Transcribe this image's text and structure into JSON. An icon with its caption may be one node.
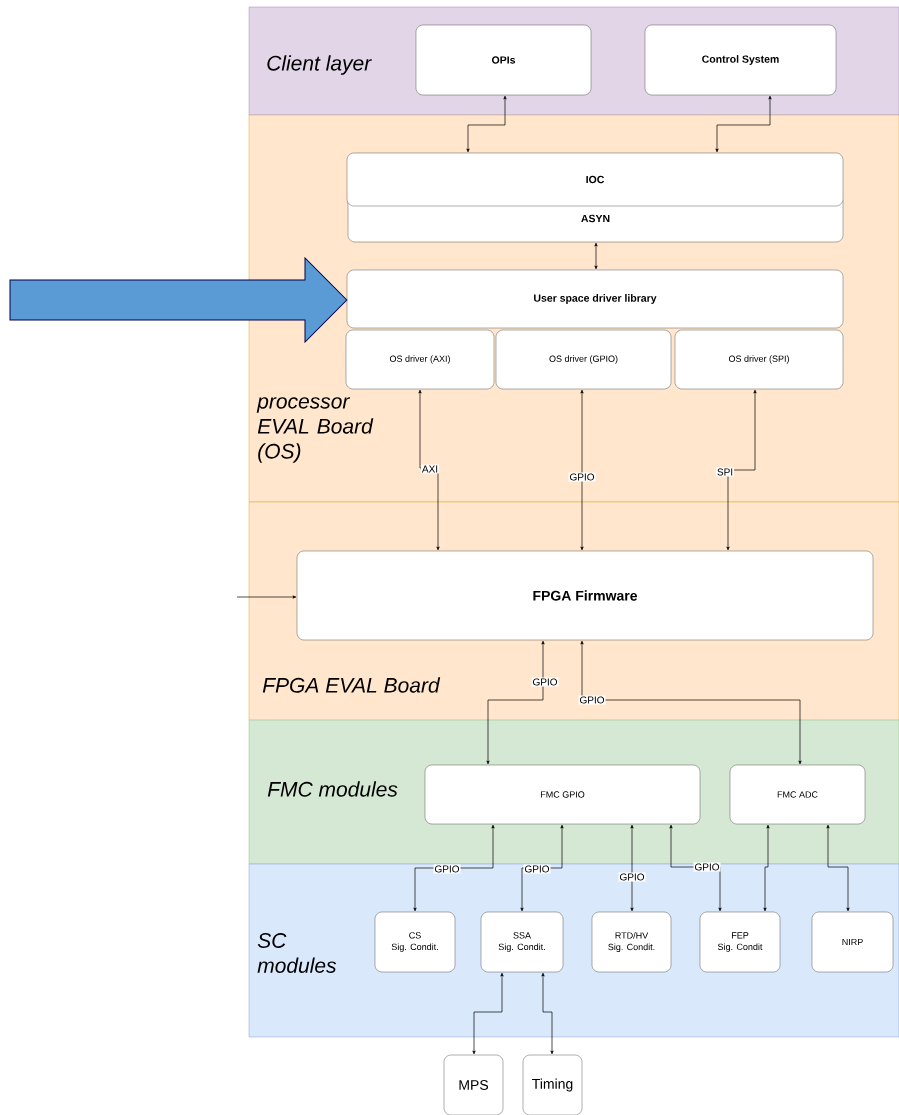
{
  "diagram": {
    "nodes": [
      {
        "text": [
          "Client layer"
        ]
      },
      {
        "text": [
          "OPIs"
        ],
        "in": 0
      },
      {
        "text": [
          "Control System"
        ],
        "in": 0
      },
      {
        "text": [
          "processor EVAL Board (OS)"
        ]
      },
      {
        "text": [
          "IOC"
        ],
        "in": 3
      },
      {
        "text": [
          "ASYN"
        ],
        "in": 3
      },
      {
        "text": [
          "User space driver library"
        ],
        "in": 3
      },
      {
        "text": [
          "OS driver (AXI)"
        ],
        "in": 3
      },
      {
        "text": [
          "OS driver (GPIO)"
        ],
        "in": 3
      },
      {
        "text": [
          "OS driver (SPI)"
        ],
        "in": 3
      },
      {
        "text": [
          "FPGA EVAL Board"
        ]
      },
      {
        "text": [
          "FPGA Firmware"
        ],
        "in": 10
      },
      {
        "text": [
          "FMC modules"
        ]
      },
      {
        "text": [
          "FMC GPIO"
        ],
        "in": 12
      },
      {
        "text": [
          "FMC ADC"
        ],
        "in": 12
      },
      {
        "text": [
          "SC modules"
        ]
      },
      {
        "text": [
          "CS",
          "Sig. Condit."
        ],
        "in": 15
      },
      {
        "text": [
          "SSA",
          "Sig. Condit."
        ],
        "in": 15
      },
      {
        "text": [
          "RTD/HV",
          "Sig. Condit."
        ],
        "in": 15
      },
      {
        "text": [
          "FEP",
          "Sig. Condit"
        ],
        "in": 15
      },
      {
        "text": [
          "NIRP"
        ],
        "in": 15
      },
      {
        "text": [
          "MPS"
        ]
      },
      {
        "text": [
          "Timing"
        ]
      }
    ],
    "edges": [
      {
        "from": 1,
        "to": 4,
        "arrow": "both"
      },
      {
        "from": 2,
        "to": 4,
        "arrow": "both"
      },
      {
        "from": 5,
        "to": 6,
        "arrow": "both"
      },
      {
        "from": 7,
        "to": 11,
        "arrow": "both",
        "label": "AXI"
      },
      {
        "from": 8,
        "to": 11,
        "arrow": "both",
        "label": "GPIO"
      },
      {
        "from": 9,
        "to": 11,
        "arrow": "both",
        "label": "SPI"
      },
      {
        "from": 11,
        "to": 13,
        "arrow": "both",
        "label": "GPIO"
      },
      {
        "from": 11,
        "to": 14,
        "arrow": "both",
        "label": "GPIO"
      },
      {
        "from": 13,
        "to": 16,
        "arrow": "both",
        "label": "GPIO"
      },
      {
        "from": 13,
        "to": 17,
        "arrow": "both",
        "label": "GPIO"
      },
      {
        "from": 13,
        "to": 18,
        "arrow": "both",
        "label": "GPIO"
      },
      {
        "from": 13,
        "to": 19,
        "arrow": "both",
        "label": "GPIO"
      },
      {
        "from": 14,
        "to": 19,
        "arrow": "both"
      },
      {
        "from": 14,
        "to": 20,
        "arrow": "both"
      },
      {
        "from": 17,
        "to": 21,
        "arrow": "both"
      },
      {
        "from": 17,
        "to": 22,
        "arrow": "both"
      },
      {
        "from": null,
        "to": 11,
        "arrow": "to"
      },
      {
        "from": null,
        "to": 6,
        "arrow": "to",
        "style": "thick",
        "color": "#5b9bd5"
      }
    ]
  }
}
